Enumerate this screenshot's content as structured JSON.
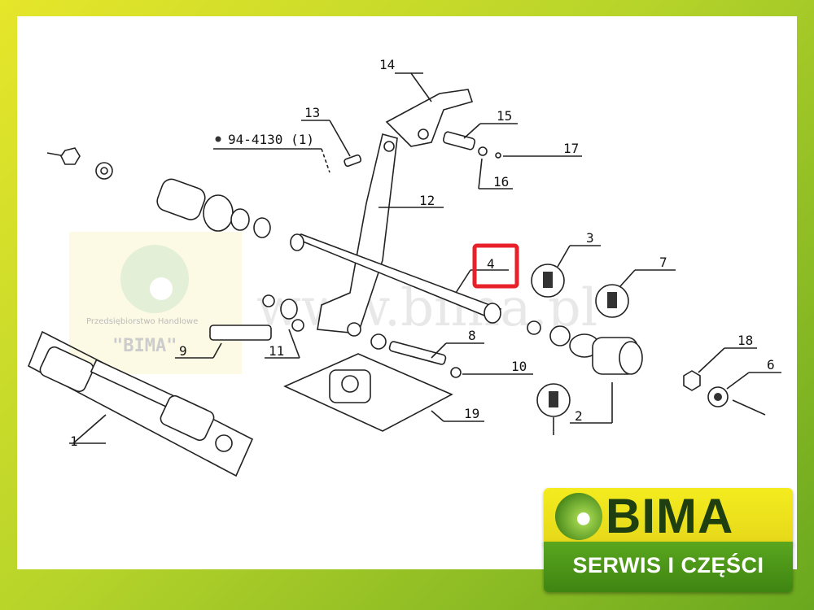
{
  "diagram": {
    "watermark_url": "www.bima.pl",
    "watermark_company": "Przedsiębiorstwo Handlowe",
    "watermark_brand": "\"BIMA\"",
    "reference_note": "94-4130 (1)",
    "highlighted_part": "4",
    "highlight_color": "#e8202a",
    "part_labels": {
      "p1": "1",
      "p2": "2",
      "p3": "3",
      "p4": "4",
      "p6": "6",
      "p7": "7",
      "p8": "8",
      "p9": "9",
      "p10": "10",
      "p11": "11",
      "p12": "12",
      "p13": "13",
      "p14": "14",
      "p15": "15",
      "p16": "16",
      "p17": "17",
      "p18": "18",
      "p19": "19"
    }
  },
  "logo": {
    "brand": "BIMA",
    "slogan": "SERWIS I CZĘŚCI",
    "colors": {
      "yellow": "#f4ec1f",
      "green": "#3e8512",
      "text": "#1f3f10"
    }
  }
}
